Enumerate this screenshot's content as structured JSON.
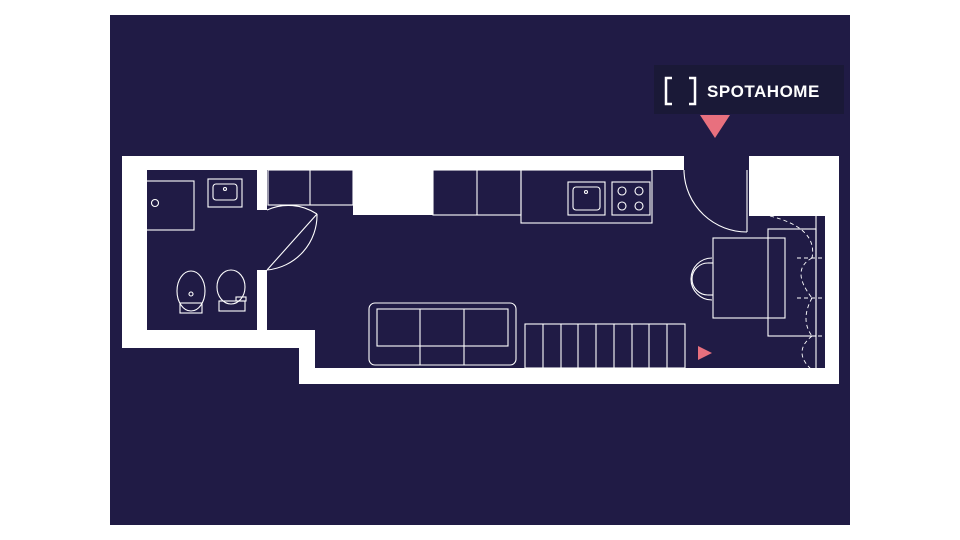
{
  "brand": {
    "logo_bracket": "[ ]",
    "logo_text": "SPOTAHOME",
    "logo_bg": "#1a1936",
    "marker_color": "#e8707e"
  },
  "plan": {
    "background": "#201b45",
    "wall_color": "#ffffff",
    "rooms": [
      "bathroom",
      "main-living-room",
      "kitchenette",
      "entrance",
      "closet"
    ],
    "icons": [
      "shower-icon",
      "sink-icon",
      "bidet-icon",
      "toilet-icon",
      "sofa-icon",
      "kitchen-sink-icon",
      "cooktop-icon",
      "table-icon",
      "chair-icon",
      "stairs-icon",
      "wardrobe-icon",
      "door-icon"
    ]
  }
}
